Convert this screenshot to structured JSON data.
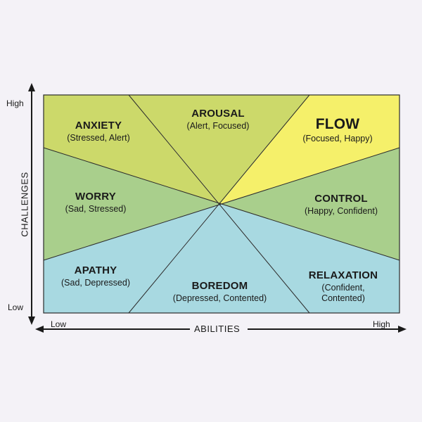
{
  "colors": {
    "anxiety": "#ccd96a",
    "arousal": "#ccd96a",
    "flow": "#f5f06a",
    "worry": "#a9cf8c",
    "control": "#a9cf8c",
    "apathy": "#a8d9e1",
    "boredom": "#a8d9e1",
    "relaxation": "#a8d9e1",
    "lines": "#2b2b2b"
  },
  "regions": {
    "anxiety": {
      "title": "ANXIETY",
      "subtitle": "(Stressed, Alert)"
    },
    "arousal": {
      "title": "AROUSAL",
      "subtitle": "(Alert, Focused)"
    },
    "flow": {
      "title": "FLOW",
      "subtitle": "(Focused, Happy)"
    },
    "worry": {
      "title": "WORRY",
      "subtitle": "(Sad, Stressed)"
    },
    "control": {
      "title": "CONTROL",
      "subtitle": "(Happy, Confident)"
    },
    "apathy": {
      "title": "APATHY",
      "subtitle": "(Sad, Depressed)"
    },
    "boredom": {
      "title": "BOREDOM",
      "subtitle": "(Depressed, Contented)"
    },
    "relaxation": {
      "title": "RELAXATION",
      "subtitle_line1": "(Confident,",
      "subtitle_line2": "Contented)"
    }
  },
  "y_axis": {
    "title": "CHALLENGES",
    "high": "High",
    "low": "Low"
  },
  "x_axis": {
    "title": "ABILITIES",
    "low": "Low",
    "high": "High"
  }
}
